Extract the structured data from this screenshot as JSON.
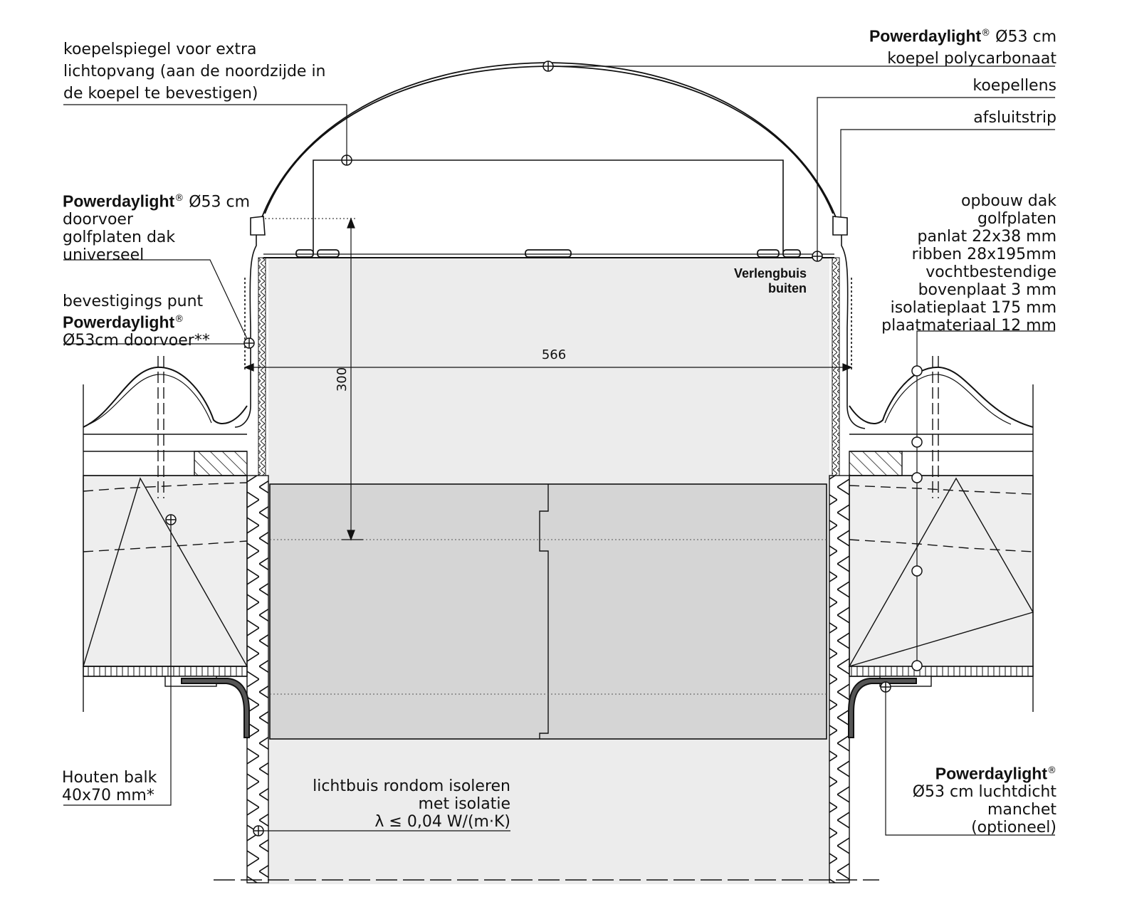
{
  "labels": {
    "koepelspiegel": [
      "koepelspiegel voor extra",
      "lichtopvang (aan de noordzijde in",
      "de koepel te bevestigen)"
    ],
    "koepel_brand": "Powerdaylight",
    "koepel_reg": "®",
    "koepel_size": " Ø53 cm",
    "koepel_material": "koepel polycarbonaat",
    "koepellens": "koepellens",
    "afsluitstrip": "afsluitstrip",
    "doorvoer_brand": "Powerdaylight",
    "doorvoer_reg": "®",
    "doorvoer_size": " Ø53 cm",
    "doorvoer_lines": [
      "doorvoer",
      "golfplaten dak",
      "universeel"
    ],
    "bevestiging_line1": "bevestigings punt",
    "bevestiging_brand": "Powerdaylight",
    "bevestiging_reg": "®",
    "bevestiging_line3": "Ø53cm doorvoer**",
    "opbouw_title": "opbouw dak",
    "opbouw_lines": [
      "golfplaten",
      "panlat 22x38 mm",
      "ribben 28x195mm",
      "vochtbestendige",
      "bovenplaat 3 mm",
      "isolatieplaat 175 mm",
      "plaatmateriaal 12 mm"
    ],
    "verlengbuis": [
      "Verlengbuis",
      "buiten"
    ],
    "houten_balk": [
      "Houten balk",
      "40x70 mm*"
    ],
    "lichtbuis": [
      "lichtbuis rondom isoleren",
      "met isolatie",
      "λ ≤ 0,04 W/(m·K)"
    ],
    "manchet_brand": "Powerdaylight",
    "manchet_reg": "®",
    "manchet_lines": [
      "Ø53 cm luchtdicht",
      "manchet",
      "(optioneel)"
    ]
  },
  "dimensions": {
    "width": "566",
    "height": "300"
  },
  "colors": {
    "line": "#111111",
    "tube_fill": "#ececec",
    "insulation_fill": "#d5d5d5",
    "roof_fill": "#eeeeee"
  }
}
